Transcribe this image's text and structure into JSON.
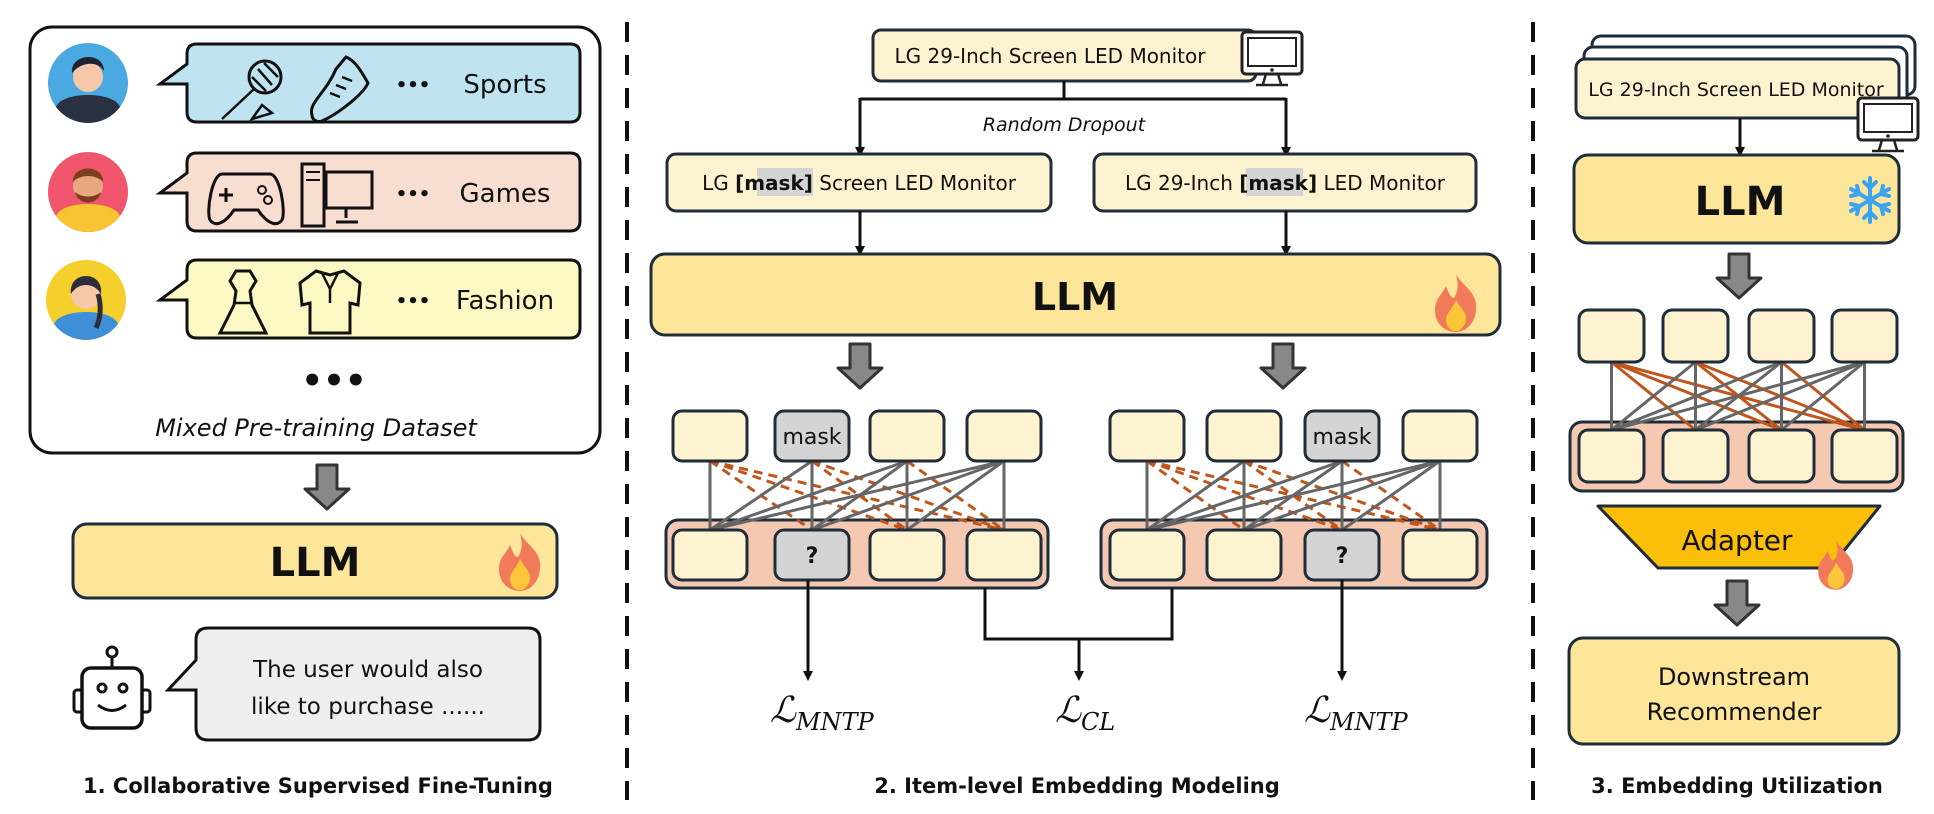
{
  "colors": {
    "outline": "#1f2d3a",
    "token_fill": "#fdf3d0",
    "llm_fill": "#fde69a",
    "container_fill": "#f5c8b2",
    "mask_fill": "#d4d4d4",
    "sports_bubble": "#bfe3f1",
    "games_bubble": "#f8ddd1",
    "fashion_bubble": "#fdf9c4",
    "response_bubble": "#efefef",
    "attention_grey": "#666666",
    "attention_orange": "#c0561c",
    "adapter_fill": "#fbbf0a",
    "flame": "#f07a5a",
    "snowflake": "#3ba4f0"
  },
  "panel1": {
    "categories": [
      {
        "label": "Sports",
        "icons": [
          "badminton-racket-icon",
          "sneaker-icon"
        ],
        "ellipsis": "•••"
      },
      {
        "label": "Games",
        "icons": [
          "gamepad-icon",
          "desktop-pc-icon"
        ],
        "ellipsis": "•••"
      },
      {
        "label": "Fashion",
        "icons": [
          "dress-icon",
          "polo-shirt-icon"
        ],
        "ellipsis": "•••"
      }
    ],
    "more": "•••",
    "dataset_label": "Mixed Pre-training Dataset",
    "llm_label": "LLM",
    "llm_status_icon": "flame-icon",
    "response_line1": "The user would also",
    "response_line2": "like to purchase ......",
    "caption": "1. Collaborative Supervised Fine-Tuning"
  },
  "panel2": {
    "source_item": "LG 29-Inch Screen LED Monitor",
    "dropout_label": "Random Dropout",
    "variant_left": {
      "before": "LG ",
      "mask": "[mask]",
      "after": " Screen LED Monitor"
    },
    "variant_right": {
      "before": "LG 29-Inch ",
      "mask": "[mask]",
      "after": " LED Monitor"
    },
    "llm_label": "LLM",
    "llm_status_icon": "flame-icon",
    "mask_token": "mask",
    "predict_token": "?",
    "loss_symbol": "ℒ",
    "loss_left": "MNTP",
    "loss_center": "CL",
    "loss_right": "MNTP",
    "caption": "2. Item-level Embedding Modeling"
  },
  "panel3": {
    "source_item": "LG 29-Inch Screen LED Monitor",
    "llm_label": "LLM",
    "llm_status_icon": "snowflake-icon",
    "adapter_label": "Adapter",
    "adapter_status_icon": "flame-icon",
    "downstream_line1": "Downstream",
    "downstream_line2": "Recommender",
    "caption": "3. Embedding Utilization"
  }
}
